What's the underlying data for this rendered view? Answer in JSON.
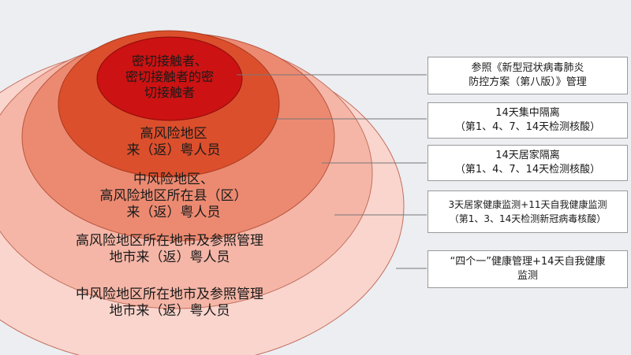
{
  "rings": [
    {
      "name": "ring-5",
      "lines": [
        "中风险地区所在地市及参照管理",
        "地市来（返）粤人员"
      ],
      "fill": "#f9d5cd"
    },
    {
      "name": "ring-4",
      "lines": [
        "高风险地区所在地市及参照管理",
        "地市来（返）粤人员"
      ],
      "fill": "#f5b6a7"
    },
    {
      "name": "ring-3",
      "lines": [
        "中风险地区、",
        "高风险地区所在县（区）",
        "来（返）粤人员"
      ],
      "fill": "#ec8a71"
    },
    {
      "name": "ring-2",
      "lines": [
        "高风险地区",
        "来（返）粤人员"
      ],
      "fill": "#dc4f2c"
    },
    {
      "name": "ring-1",
      "lines": [
        "密切接触者、",
        "密切接触者的密",
        "切接触者"
      ],
      "fill": "#cc1212"
    }
  ],
  "measures": [
    {
      "lines": [
        "参照《新型冠状病毒肺炎",
        "防控方案（第八版）》管理"
      ]
    },
    {
      "lines": [
        "14天集中隔离",
        "（第1、4、7、14天检测核酸）"
      ]
    },
    {
      "lines": [
        "14天居家隔离",
        "（第1、4、7、14天检测核酸）"
      ]
    },
    {
      "lines": [
        "3天居家健康监测+11天自我健康监测",
        "（第1、3、14天检测新冠病毒核酸）"
      ]
    },
    {
      "lines": [
        "“四个一”健康管理+14天自我健康",
        "监测"
      ]
    }
  ]
}
